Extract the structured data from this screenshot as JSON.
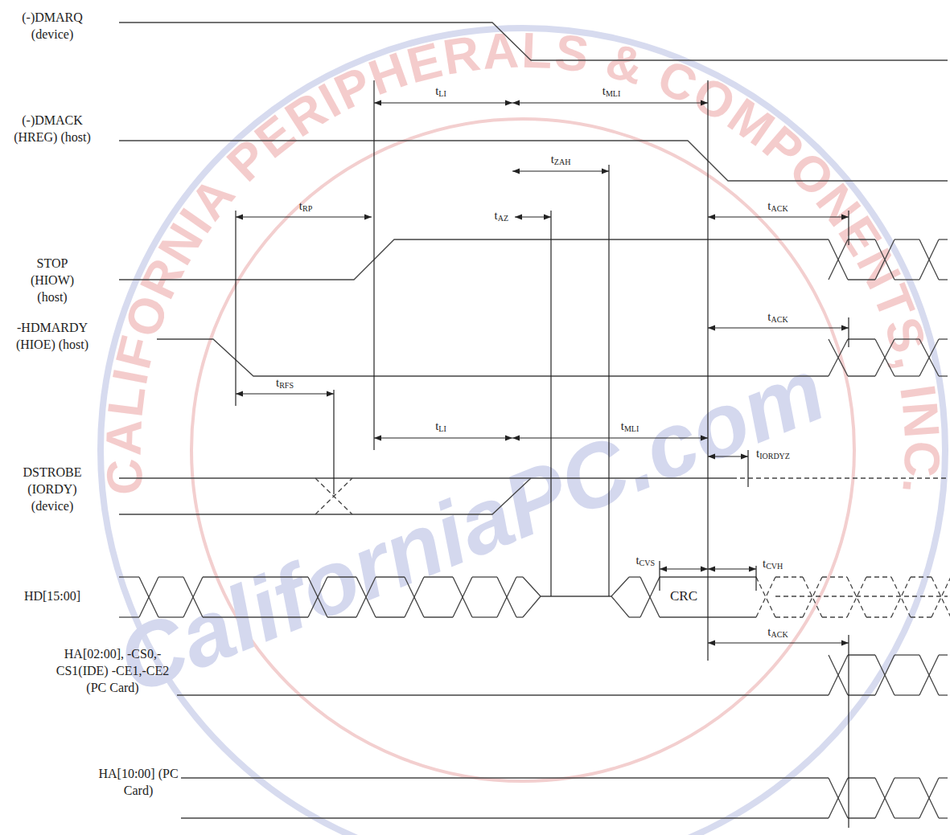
{
  "diagram": {
    "labels": [
      "(-)DMARQ (device)",
      "tLI",
      "tMLI",
      "(-)DMACK (HREG) (host)",
      "tZAH",
      "tRP",
      "tAZ",
      "tACK",
      "STOP (HIOW) (host)",
      "-HDMARDY (HIOE) (host)",
      "tACK",
      "tRFS",
      "tLI",
      "tMLI",
      "tIORDYZ",
      "DSTROBE (IORDY) (device)",
      "tCVS",
      "tCVH",
      "HD[15:00]",
      "CRC",
      "tACK",
      "HA[02:00], -CS0,-CS1(IDE) -CE1,-CE2 (PC Card)",
      "HA[10:00] (PC Card)",
      "CALIFORNIA PERIPHERALS & COMPONENTS, INC.",
      "CaliforniaPC.com"
    ]
  }
}
